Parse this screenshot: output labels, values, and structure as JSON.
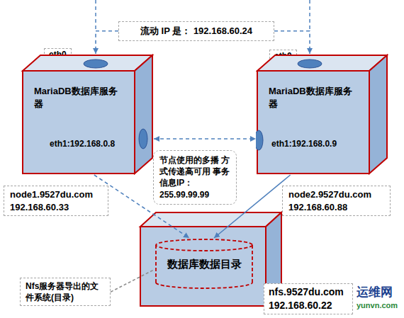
{
  "diagram": {
    "nodes": [
      {
        "text": [
          "流动 IP 是： 192.168.60.24"
        ]
      },
      {
        "text": [
          "eth0"
        ]
      },
      {
        "text": [
          "eth0"
        ]
      },
      {
        "text": [
          "MariaDB数据库服务器",
          "eth1:192.168.0.8"
        ]
      },
      {
        "text": [
          "MariaDB数据库服务器",
          "eth1:192.168.0.9"
        ]
      },
      {
        "text": [
          "节点使用的多播 方式传递高可用 事务信息IP： 255.99.99.99"
        ]
      },
      {
        "text": [
          "node1.9527du.com 192.168.60.33"
        ]
      },
      {
        "text": [
          "node2.9527du.com 192.168.60.88"
        ]
      },
      {
        "text": [
          "Nfs服务器导出的文件系统(目录)"
        ]
      },
      {
        "text": [
          "数据库数据目录"
        ]
      },
      {
        "text": [
          "nfs.9527du.com 192.168.60.22"
        ]
      }
    ],
    "edges": [
      {
        "from": 0,
        "to": 3,
        "arrow": "to"
      },
      {
        "from": 0,
        "to": 4,
        "arrow": "to"
      },
      {
        "from": 3,
        "to": 4,
        "arrow": "both"
      },
      {
        "from": 3,
        "to": 9,
        "arrow": "to"
      },
      {
        "from": 4,
        "to": 9,
        "arrow": "to"
      },
      {
        "from": 8,
        "to": 9,
        "arrow": "none"
      }
    ],
    "labels": [
      "运维网",
      "yunvn.com"
    ]
  }
}
